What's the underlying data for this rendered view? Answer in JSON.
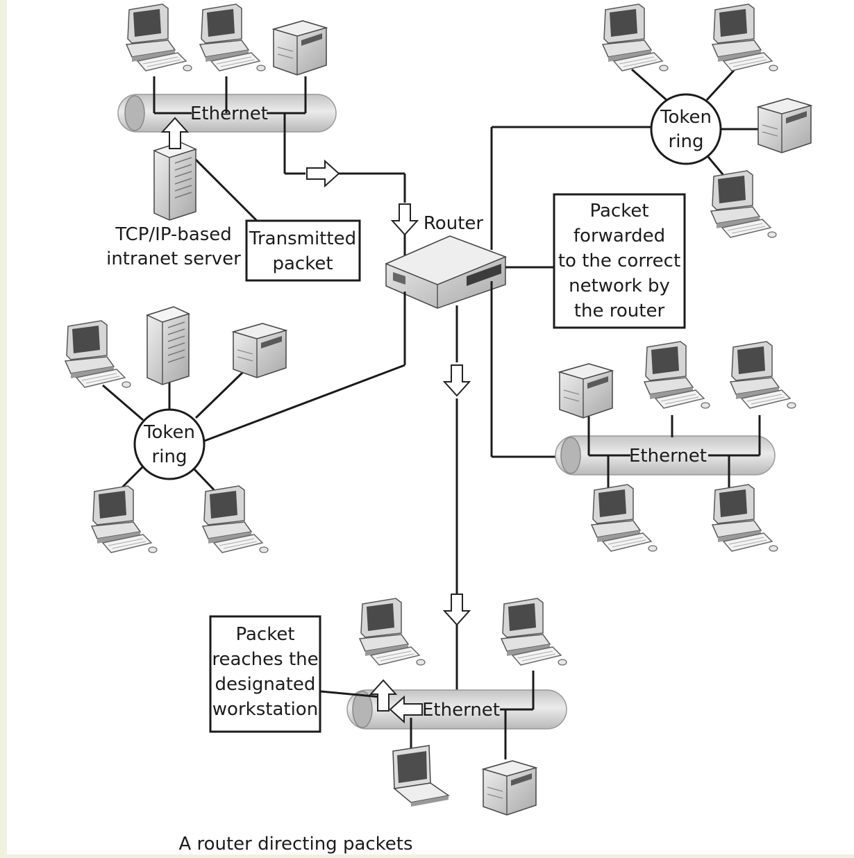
{
  "labels": {
    "ethernet_top": "Ethernet",
    "ethernet_right": "Ethernet",
    "ethernet_bottom": "Ethernet",
    "token_ring_top": [
      "Token",
      "ring"
    ],
    "token_ring_left": [
      "Token",
      "ring"
    ],
    "router": "Router",
    "server": [
      "TCP/IP-based",
      "intranet server"
    ],
    "transmitted_packet": [
      "Transmitted",
      "packet"
    ],
    "packet_forwarded": [
      "Packet",
      "forwarded",
      "to the correct",
      "network by",
      "the router"
    ],
    "packet_reaches": [
      "Packet",
      "reaches the",
      "designated",
      "workstation"
    ]
  },
  "caption": "A router directing packets",
  "icons": [
    "workstation-icon",
    "printer-icon",
    "server-icon",
    "router-icon",
    "laptop-icon",
    "packet-arrow-icon"
  ],
  "colors": {
    "background": "#eef2df",
    "frame": "#ffffff",
    "cable": "#cbcbcb",
    "line": "#1b1b1b"
  }
}
